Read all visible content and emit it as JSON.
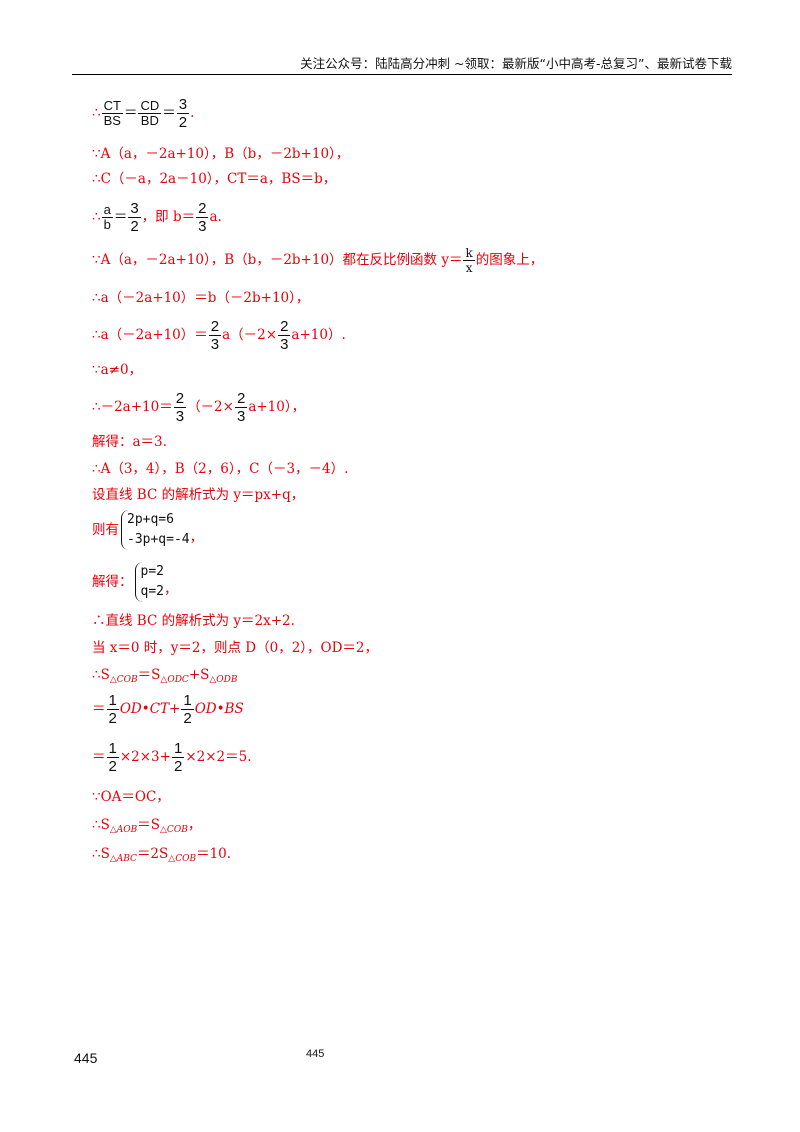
{
  "header": {
    "text": "关注公众号：陆陆高分冲刺  ~领取：最新版“小中高考-总复习”、最新试卷下载"
  },
  "solution": {
    "l1": {
      "pre": "∴",
      "f1n": "CT",
      "f1d": "BS",
      "eq1": "＝",
      "f2n": "CD",
      "f2d": "BD",
      "eq2": "＝",
      "f3n": "3",
      "f3d": "2",
      "end": "."
    },
    "l2": "∵A（a，－2a+10），B（b，－2b+10），",
    "l3": "∴C（－a，2a－10），CT＝a，BS＝b，",
    "l4": {
      "pre": "∴",
      "f1n": "a",
      "f1d": "b",
      "eq1": "＝",
      "f2n": "3",
      "f2d": "2",
      "mid": "，即 b＝",
      "f3n": "2",
      "f3d": "3",
      "end": "a."
    },
    "l5": {
      "text": "∵A（a，－2a+10），B（b，－2b+10）都在反比例函数 y＝",
      "fn": "k",
      "fd": "x",
      "end": "的图象上，"
    },
    "l6": "∴a（－2a+10）＝b（－2b+10），",
    "l7": {
      "a": "∴a（－2a+10）＝",
      "f1n": "2",
      "f1d": "3",
      "b": "a（－2×",
      "f2n": "2",
      "f2d": "3",
      "c": "a+10）."
    },
    "l8": "∵a≠0，",
    "l9": {
      "a": "∴－2a+10＝",
      "f1n": "2",
      "f1d": "3",
      "b": "（－2×",
      "f2n": "2",
      "f2d": "3",
      "c": "a+10），"
    },
    "l10": "解得：a＝3.",
    "l11": "∴A（3，4），B（2，6），C（－3，－4）.",
    "l12": "设直线 BC 的解析式为 y＝px+q，",
    "l13": {
      "pre": "则有",
      "eq1": "2p+q=6",
      "eq2": "-3p+q=-4",
      "end": "，"
    },
    "l14": {
      "pre": "解得：",
      "eq1": "p=2",
      "eq2": "q=2",
      "end": "，"
    },
    "l15": "∴直线 BC 的解析式为 y＝2x+2.",
    "l16": "当 x＝0 时，y＝2，则点 D（0，2），OD＝2，",
    "l17": {
      "a": "∴S",
      "s1": "△COB",
      "b": "＝S",
      "s2": "△ODC",
      "c": "+S",
      "s3": "△ODB"
    },
    "l18": {
      "a": "＝",
      "f1n": "1",
      "f1d": "2",
      "b": "OD•CT+",
      "f2n": "1",
      "f2d": "2",
      "c": "OD•BS"
    },
    "l19": {
      "a": "＝",
      "f1n": "1",
      "f1d": "2",
      "b": "×2×3+",
      "f2n": "1",
      "f2d": "2",
      "c": "×2×2＝5."
    },
    "l20": "∵OA＝OC，",
    "l21": {
      "a": "∴S",
      "s1": "△AOB",
      "b": "＝S",
      "s2": "△COB",
      "c": "，"
    },
    "l22": {
      "a": "∴S",
      "s1": "△ABC",
      "b": "＝2S",
      "s2": "△COB",
      "c": "＝10."
    }
  },
  "footer": {
    "page_left": "445",
    "page_center": "445"
  }
}
